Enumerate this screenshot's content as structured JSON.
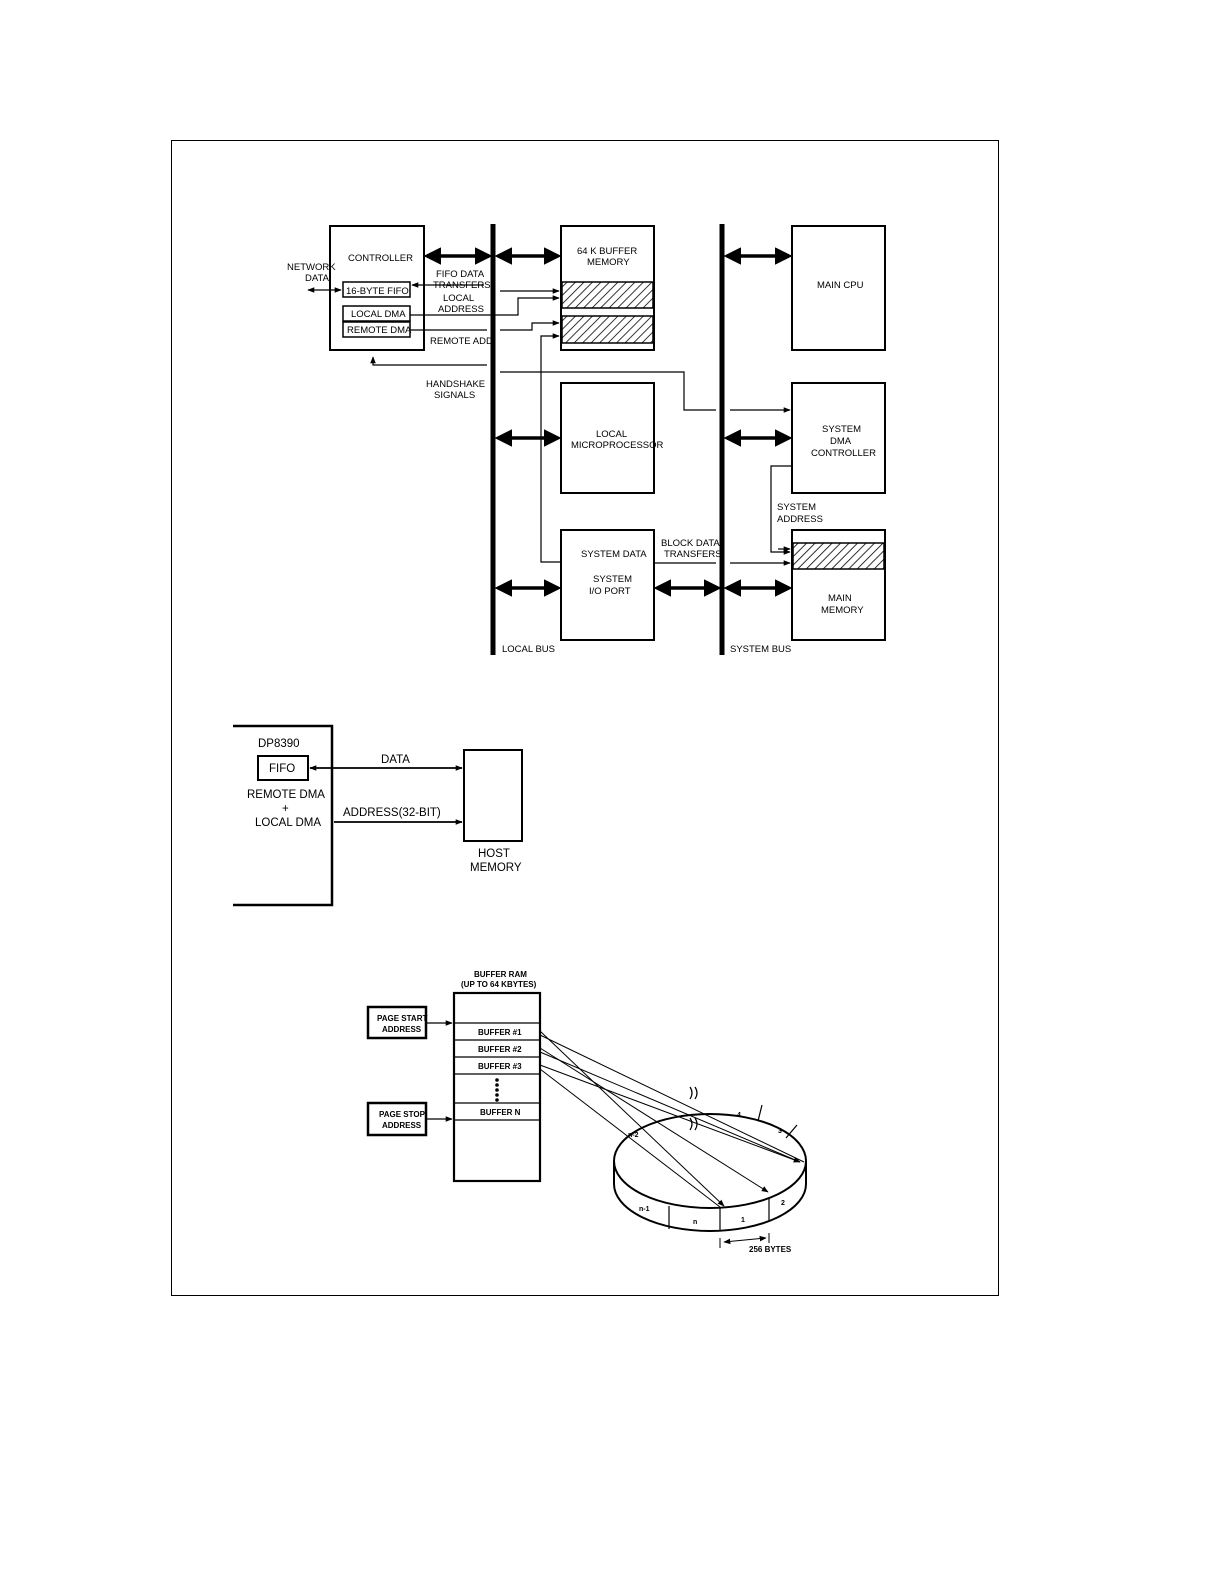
{
  "diagram1": {
    "network_data": [
      "NETWORK",
      "DATA"
    ],
    "controller": "CONTROLLER",
    "fifo_16": "16-BYTE FIFO",
    "local_dma": "LOCAL DMA",
    "remote_dma": "REMOTE DMA",
    "fifo_data_transfers": [
      "FIFO DATA",
      "TRANSFERS"
    ],
    "local_address": [
      "LOCAL",
      "ADDRESS"
    ],
    "remote_add": "REMOTE ADD",
    "handshake_signals": [
      "HANDSHAKE",
      "SIGNALS"
    ],
    "buffer_memory": [
      "64 K BUFFER",
      "MEMORY"
    ],
    "local_microprocessor": [
      "LOCAL",
      "MICROPROCESSOR"
    ],
    "system_data": "SYSTEM DATA",
    "system_io_port": [
      "SYSTEM",
      "I/O PORT"
    ],
    "block_data_transfers": [
      "BLOCK DATA",
      "TRANSFERS"
    ],
    "main_cpu": "MAIN CPU",
    "system_dma_controller": [
      "SYSTEM",
      "DMA",
      "CONTROLLER"
    ],
    "system_address": [
      "SYSTEM",
      "ADDRESS"
    ],
    "main_memory": [
      "MAIN",
      "MEMORY"
    ],
    "local_bus": "LOCAL BUS",
    "system_bus": "SYSTEM BUS"
  },
  "diagram2": {
    "chip": "DP8390",
    "fifo": "FIFO",
    "remote_dma": "REMOTE DMA",
    "plus": "+",
    "local_dma": "LOCAL DMA",
    "data": "DATA",
    "address": "ADDRESS(32-BIT)",
    "host_memory": [
      "HOST",
      "MEMORY"
    ]
  },
  "diagram3": {
    "buffer_ram": [
      "BUFFER RAM",
      "(UP TO 64 KBYTES)"
    ],
    "page_start": [
      "PAGE START",
      "ADDRESS"
    ],
    "page_stop": [
      "PAGE STOP",
      "ADDRESS"
    ],
    "buffers": [
      "BUFFER #1",
      "BUFFER #2",
      "BUFFER #3",
      "BUFFER N"
    ],
    "ring_segments": [
      "n-1",
      "n",
      "1",
      "2",
      "3",
      "4",
      "n-2"
    ],
    "bytes_256": "256 BYTES"
  }
}
